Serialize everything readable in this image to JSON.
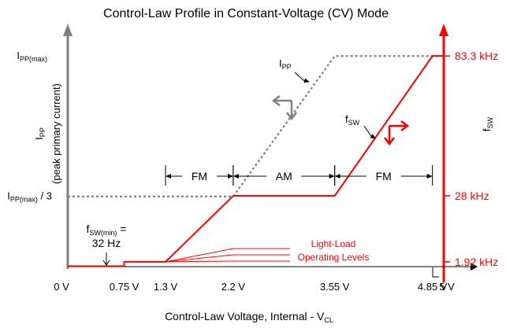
{
  "chart_data": {
    "type": "line",
    "title": "Control-Law Profile in Constant-Voltage (CV) Mode",
    "xlabel": {
      "main": "Control-Law Voltage, Internal - V",
      "sub": "CL"
    },
    "x_ticks": [
      "0 V",
      "0.75 V",
      "1.3 V",
      "2.2 V",
      "3.55 V",
      "4.85 V",
      "5 V"
    ],
    "x_tick_values": [
      0,
      0.75,
      1.3,
      2.2,
      3.55,
      4.85,
      5
    ],
    "xlim": [
      0,
      5.2
    ],
    "left_axis": {
      "label_main": "I",
      "label_sub": "PP",
      "label_note": "(peak primary current)",
      "ticks": [
        {
          "main": "I",
          "sub": "PP(max)",
          "suffix": "",
          "value": 3
        },
        {
          "main": "I",
          "sub": "PP(max)",
          "suffix": " / 3",
          "value": 1
        }
      ],
      "ylim": [
        0,
        3.35
      ],
      "color": "#808080"
    },
    "right_axis": {
      "label_main": "f",
      "label_sub": "SW",
      "ticks": [
        {
          "label": "83.3 kHz",
          "value": 83.3
        },
        {
          "label": "28 kHz",
          "value": 28
        },
        {
          "label": "1.92 kHz",
          "value": 1.92
        }
      ],
      "ylim": [
        0,
        93
      ],
      "color": "#ff0000"
    },
    "series": [
      {
        "name": "I",
        "name_sub": "PP",
        "axis": "left",
        "style": "dotted",
        "color": "#808080",
        "x": [
          0.0,
          2.2,
          3.55,
          5.0
        ],
        "y": [
          1,
          1,
          3,
          3
        ]
      },
      {
        "name": "f",
        "name_sub": "SW",
        "axis": "right",
        "style": "solid",
        "color": "#ff0000",
        "x": [
          0.0,
          0.75,
          0.75,
          1.3,
          2.2,
          3.55,
          4.85,
          5.0
        ],
        "y": [
          0.2,
          0.2,
          1.92,
          1.92,
          28,
          28,
          83.3,
          83.3
        ]
      }
    ],
    "regions": [
      {
        "label": "FM",
        "x": [
          1.3,
          2.2
        ]
      },
      {
        "label": "AM",
        "x": [
          2.2,
          3.55
        ]
      },
      {
        "label": "FM",
        "x": [
          3.55,
          4.85
        ]
      }
    ],
    "annotations": {
      "fsw_min": {
        "main": "f",
        "sub": "SW(min)",
        "eq": " =",
        "value": "32 Hz"
      },
      "light_load": [
        "Light-Load",
        "Operating Levels"
      ]
    },
    "colors": {
      "ipp": "#808080",
      "fsw": "#ff0000",
      "axis": "#000000",
      "text": "#000000"
    }
  }
}
